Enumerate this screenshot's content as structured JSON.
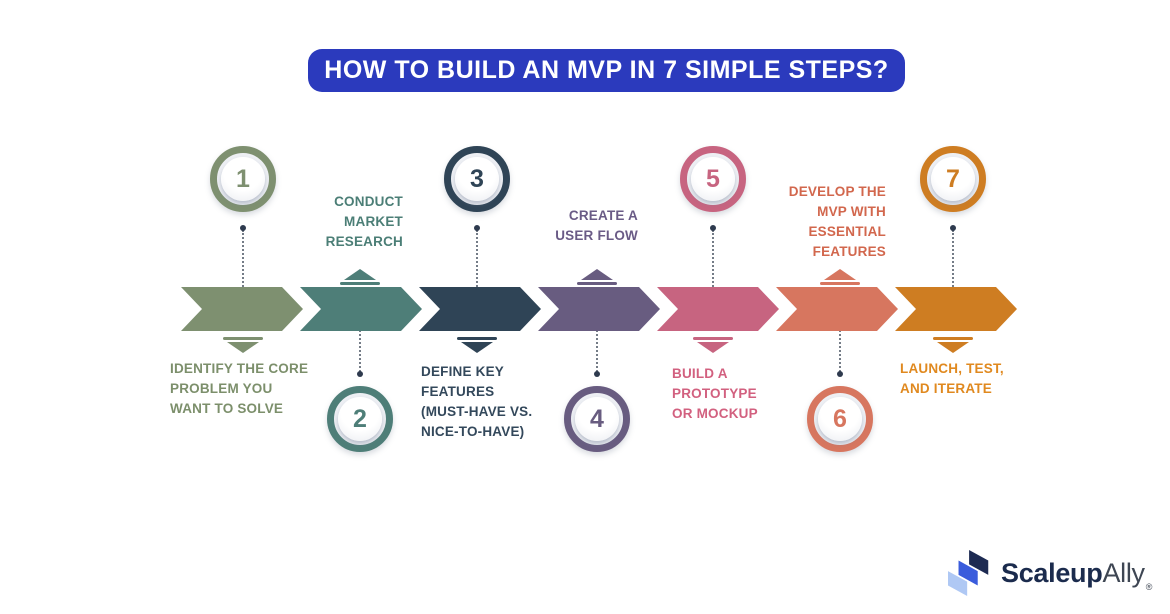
{
  "title": {
    "text": "HOW TO BUILD AN MVP IN 7 SIMPLE STEPS?",
    "bg": "#2B3ABD",
    "fg": "#FFFFFF"
  },
  "steps": [
    {
      "number": "1",
      "label": "IDENTIFY THE CORE\nPROBLEM YOU\nWANT TO SOLVE",
      "color": "#7E9070",
      "label_color": "#7C8F6B"
    },
    {
      "number": "2",
      "label": "CONDUCT\nMARKET\nRESEARCH",
      "color": "#4E7E78",
      "label_color": "#4B7E76"
    },
    {
      "number": "3",
      "label": "DEFINE KEY\nFEATURES\n(MUST-HAVE VS.\nNICE-TO-HAVE)",
      "color": "#2F4456",
      "label_color": "#33485B"
    },
    {
      "number": "4",
      "label": "CREATE A\nUSER FLOW",
      "color": "#685C80",
      "label_color": "#6A5B86"
    },
    {
      "number": "5",
      "label": "BUILD A\nPROTOTYPE\nOR MOCKUP",
      "color": "#C76480",
      "label_color": "#D2607F"
    },
    {
      "number": "6",
      "label": "DEVELOP THE\nMVP WITH\nESSENTIAL\nFEATURES",
      "color": "#D7765F",
      "label_color": "#D2674D"
    },
    {
      "number": "7",
      "label": "LAUNCH, TEST,\nAND ITERATE",
      "color": "#CE7D22",
      "label_color": "#E0891F"
    }
  ],
  "connector": {
    "dot_color": "#2E3A4E",
    "line_color": "#5C6673"
  },
  "logo": {
    "brand_primary": "Scaleup",
    "brand_secondary": "Ally",
    "registered_mark": "®",
    "icon_colors": {
      "dark": "#1D2A52",
      "mid": "#3A5CDC",
      "light": "#AFC8F4"
    }
  }
}
